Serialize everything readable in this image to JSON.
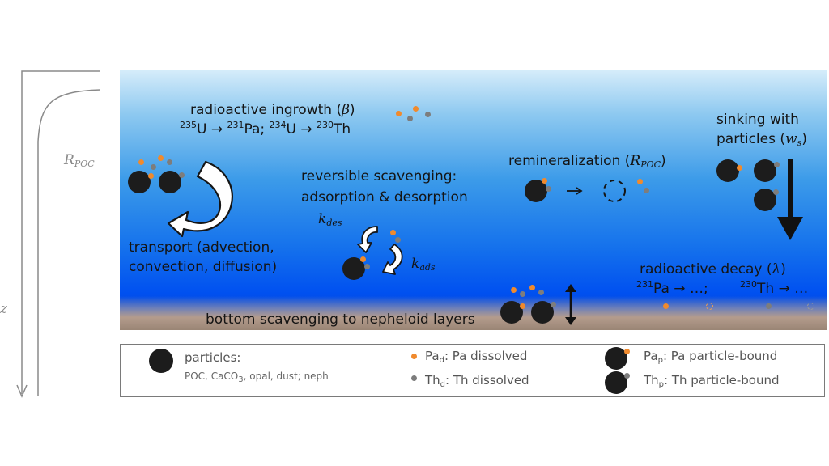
{
  "axis": {
    "rpoc_label": "R",
    "rpoc_sub": "POC",
    "z_label": "z"
  },
  "processes": {
    "ingrowth_title": "radioactive ingrowth (",
    "ingrowth_symbol": "β",
    "ingrowth_close": ")",
    "ingrowth_eq": {
      "u235": "235",
      "u": "U → ",
      "pa231": "231",
      "pa": "Pa;   ",
      "u234": "234",
      "u2": "U → ",
      "th230": "230",
      "th": "Th"
    },
    "transport": [
      "transport (advection,",
      "convection, diffusion)"
    ],
    "scavenging": [
      "reversible scavenging:",
      "adsorption & desorption"
    ],
    "k_des": {
      "k": "k",
      "sub": "des"
    },
    "k_ads": {
      "k": "k",
      "sub": "ads"
    },
    "remineralization": {
      "text": "remineralization (",
      "symbol": "R",
      "sub": "POC",
      "close": ")"
    },
    "sinking": {
      "line1": "sinking with",
      "line2": "particles (",
      "symbol": "w",
      "sub": "s",
      "close": ")"
    },
    "decay": {
      "text": "radioactive decay (",
      "symbol": "λ",
      "close": ")"
    },
    "decay_eq": {
      "pa231": "231",
      "pa": "Pa → …;",
      "th230": "230",
      "th": "Th → …"
    },
    "bottom": "bottom scavenging to nepheloid layers"
  },
  "legend": {
    "particles": "particles:",
    "particles_list": {
      "a": "POC, CaCO",
      "sub": "3",
      "b": ", opal, dust; neph"
    },
    "pa_d": {
      "p": "Pa",
      "sub": "d",
      "text": ": Pa dissolved"
    },
    "th_d": {
      "p": "Th",
      "sub": "d",
      "text": ": Th dissolved"
    },
    "pa_p": {
      "p": "Pa",
      "sub": "p",
      "text": ": Pa particle-bound"
    },
    "th_p": {
      "p": "Th",
      "sub": "p",
      "text": ": Th particle-bound"
    }
  },
  "colors": {
    "pa": "#f08a2d",
    "th": "#7d7d7d",
    "particle": "#1c1c1c"
  }
}
